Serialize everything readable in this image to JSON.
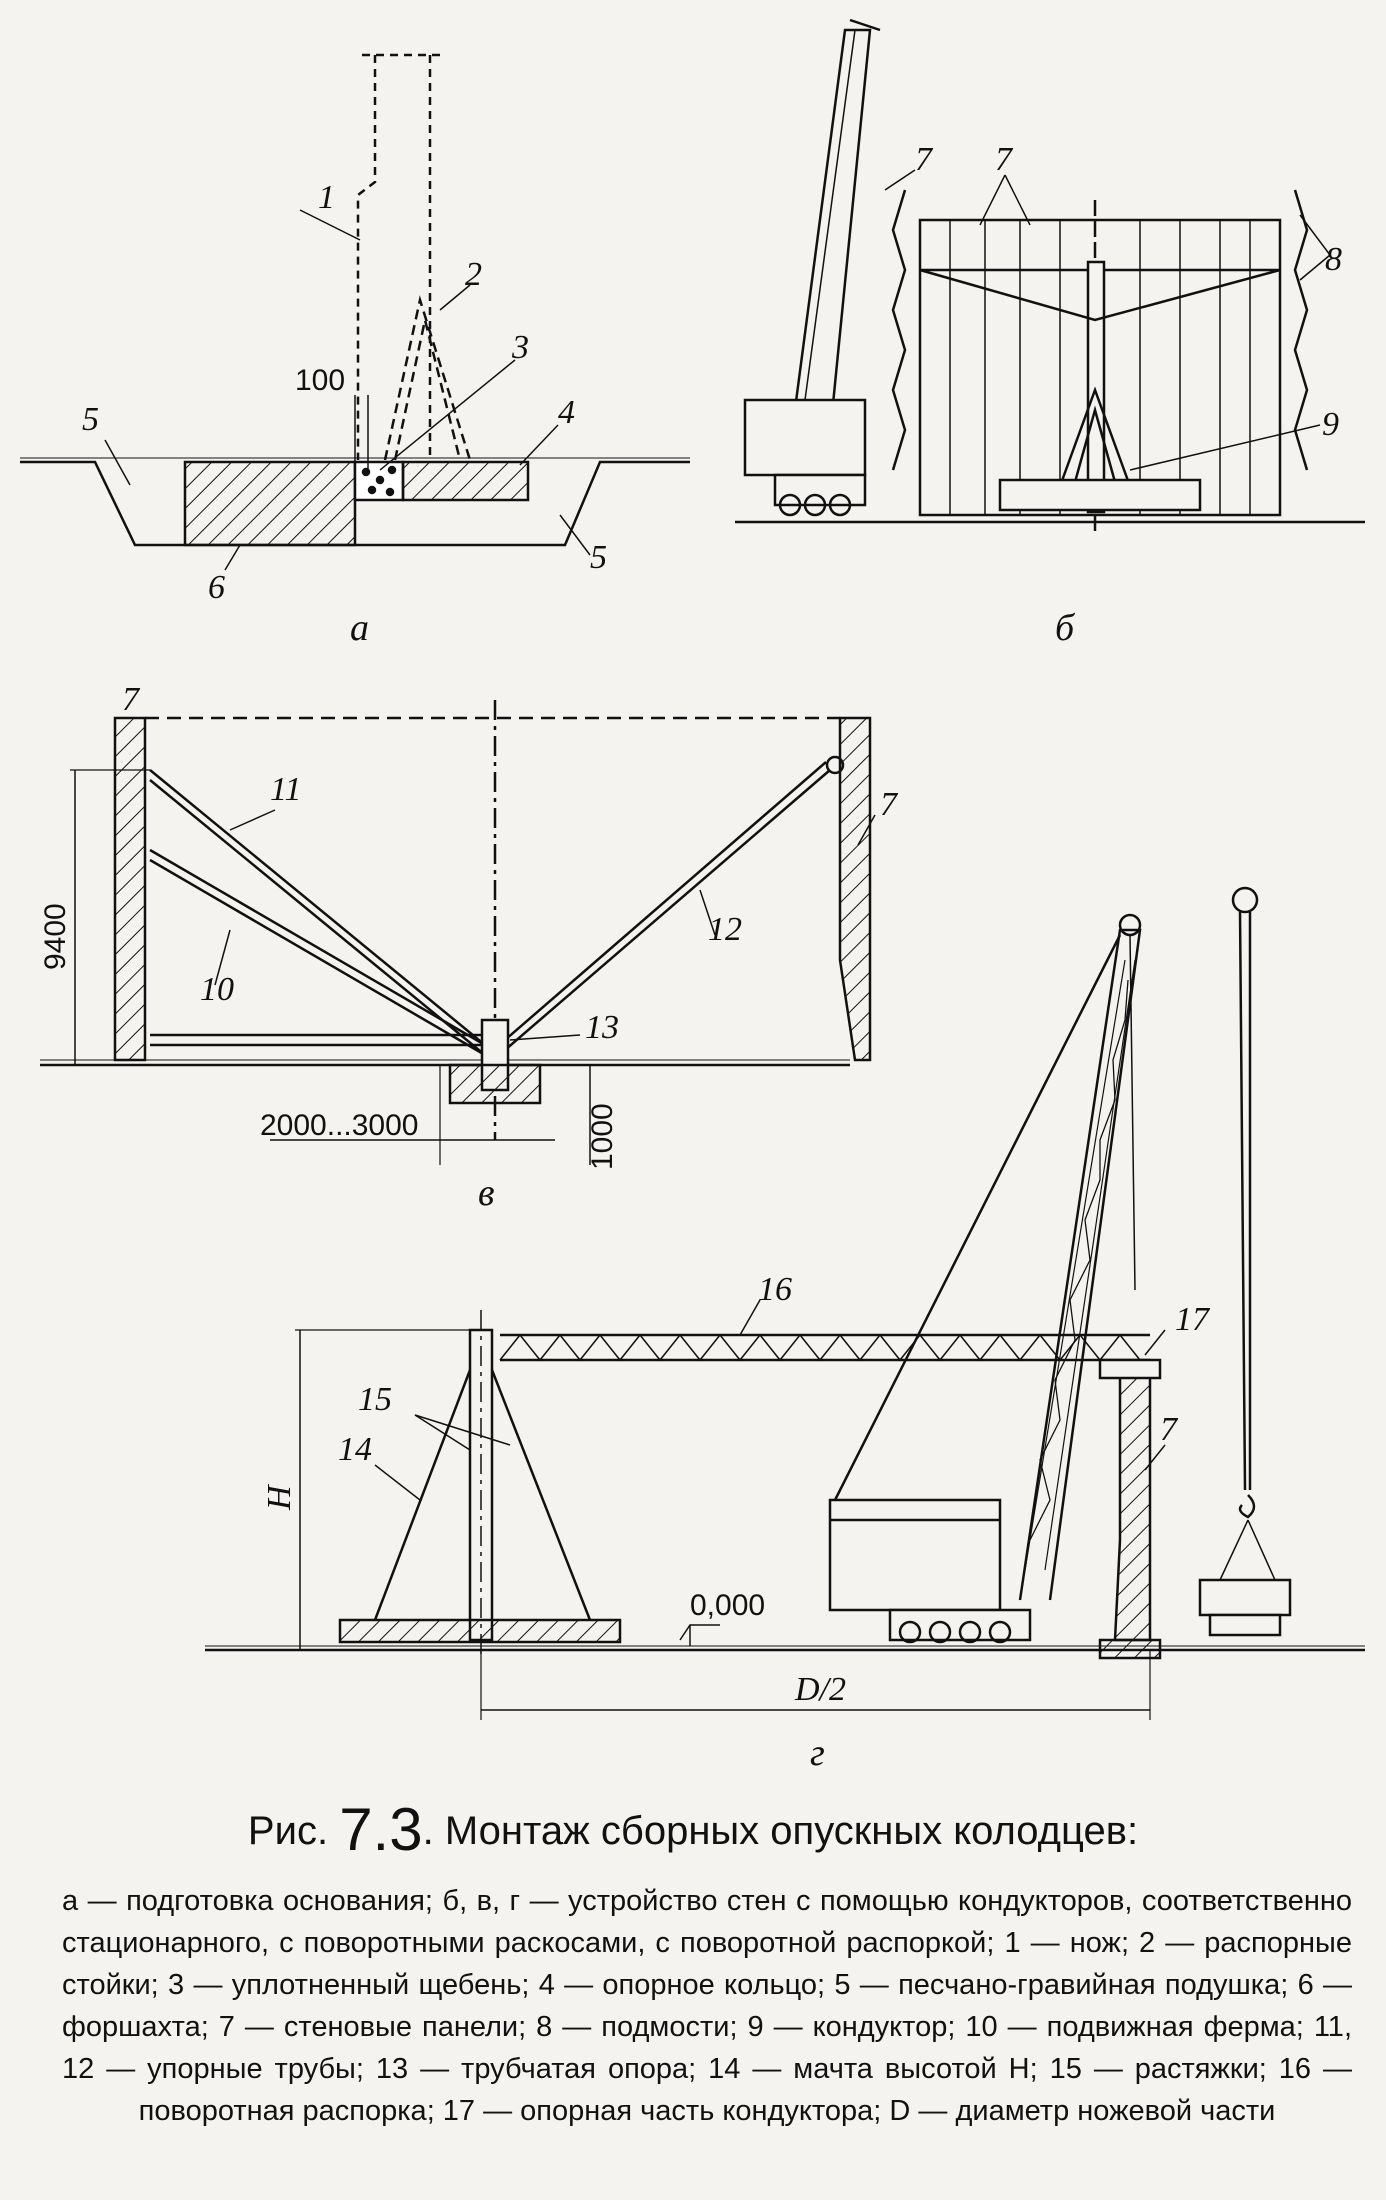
{
  "labels": {
    "n1": "1",
    "n2": "2",
    "n3": "3",
    "n4": "4",
    "n5": "5",
    "n6": "6",
    "n7": "7",
    "n8": "8",
    "n9": "9",
    "n10": "10",
    "n11": "11",
    "n12": "12",
    "n13": "13",
    "n14": "14",
    "n15": "15",
    "n16": "16",
    "n17": "17"
  },
  "dimensions": {
    "d100": "100",
    "d9400": "9400",
    "d2000_3000": "2000...3000",
    "d1000": "1000",
    "H": "H",
    "zero": "0,000",
    "D2": "D/2"
  },
  "subfigures": {
    "a": "а",
    "b": "б",
    "v": "в",
    "g": "г"
  },
  "caption": {
    "prefix": "Рис.",
    "number": "7.3",
    "title": ". Монтаж сборных опускных колодцев:",
    "body": "а — подготовка основания; б, в, г — устройство стен с помощью кондукторов, соответственно стационарного, с поворотными раскосами, с поворотной распоркой; 1 — нож; 2 — распорные стойки; 3 — уплотненный щебень; 4 — опорное кольцо; 5 — песчано-гравийная подушка; 6 — форшахта; 7 — стеновые панели; 8 — подмости; 9 — кондуктор; 10 — подвижная ферма; 11, 12 — упорные трубы; 13 — трубчатая опора; 14 — мачта высотой H; 15 — растяжки; 16 — поворотная распорка; 17 — опорная часть кондуктора; D — диаметр ножевой части"
  }
}
